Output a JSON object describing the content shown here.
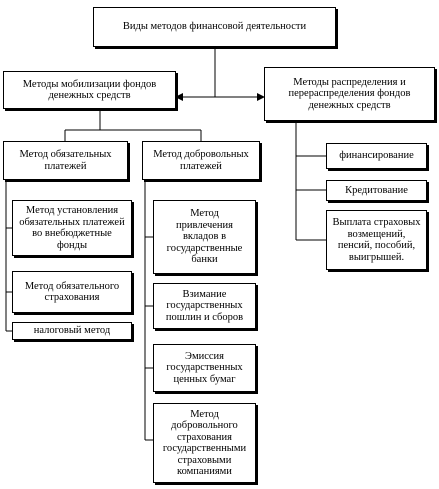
{
  "diagram": {
    "title": "Виды методов финансовой деятельности",
    "mobilization": {
      "label": "Методы мобилизации фондов\nденежных средств",
      "mandatory": {
        "label": "Метод обязательных\nплатежей",
        "items": [
          "Метод установления\nобязательных платежей\nво внебюджетные\nфонды",
          "Метод обязательного\nстрахования",
          "налоговый метод"
        ]
      },
      "voluntary": {
        "label": "Метод добровольных\nплатежей",
        "items": [
          "Метод\nпривлечения\nвкладов в\nгосударственные\nбанки",
          "Взимание\nгосударственных\nпошлин и сборов",
          "Эмиссия\nгосударственных\nценных бумаг",
          "Метод\nдобровольного\nстрахования\nгосударственными\nстраховыми\nкомпаниями"
        ]
      }
    },
    "distribution": {
      "label": "Методы распределения и\nперераспределения фондов\nденежных средств",
      "items": [
        "финансирование",
        "Кредитование",
        "Выплата страховых\nвозмещений,\nпенсий, пособий,\nвыигрышей."
      ]
    }
  }
}
